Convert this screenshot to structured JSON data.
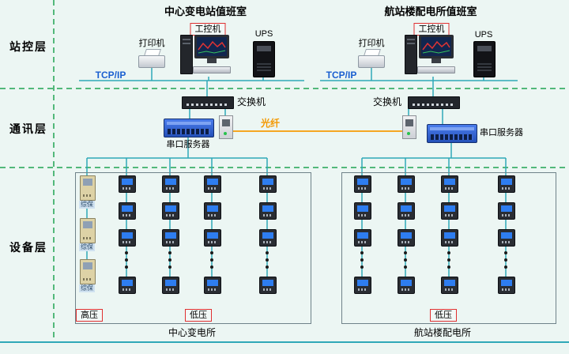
{
  "layers": {
    "station": "站控层",
    "comm": "通讯层",
    "device": "设备层"
  },
  "left_room": {
    "title": "中心变电站值班室",
    "ipc_label": "工控机",
    "printer_label": "打印机",
    "ups_label": "UPS",
    "tcpip_label": "TCP/IP",
    "switch_label": "交换机",
    "serial_server_label": "串口服务器"
  },
  "right_room": {
    "title": "航站楼配电所值班室",
    "ipc_label": "工控机",
    "printer_label": "打印机",
    "ups_label": "UPS",
    "tcpip_label": "TCP/IP",
    "switch_label": "交换机",
    "serial_server_label": "串口服务器"
  },
  "fiber_label": "光纤",
  "device_layer": {
    "left_box": {
      "protection_label": "综保",
      "protection_count": 3,
      "meter_columns": 4,
      "hv_label": "高压",
      "lv_label": "低压",
      "caption": "中心变电所"
    },
    "right_box": {
      "meter_columns": 4,
      "lv_label": "低压",
      "caption": "航站楼配电所"
    }
  },
  "colors": {
    "line": "#2fa8b8",
    "separator": "#1fa352",
    "fiber": "#f5a623",
    "tcpip": "#1a5fd0",
    "alert_border": "#e03030"
  }
}
